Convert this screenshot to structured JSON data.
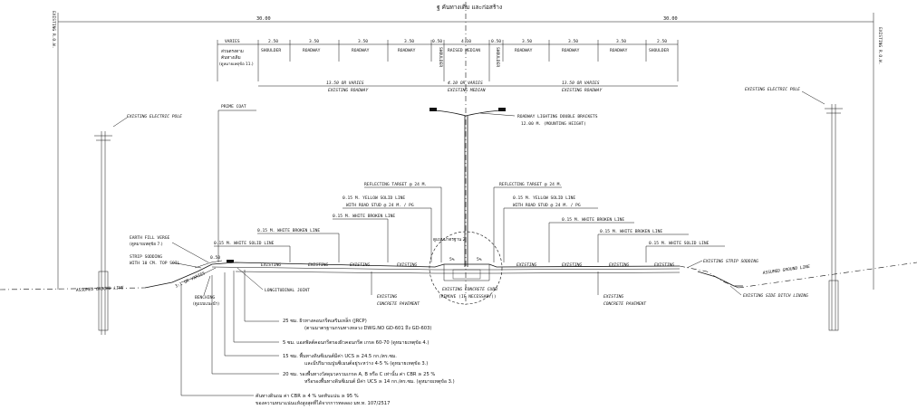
{
  "centerline": {
    "title": "ฐ คันทางเดิม และก่อสร้าง"
  },
  "row_labels": {
    "left": "EXISTING R.O.W.",
    "right": "EXISTING R.O.W."
  },
  "overall_dims": {
    "left": "30.00",
    "right": "30.00"
  },
  "lane_dims": {
    "left": [
      {
        "dim": "VARIES",
        "label": "ส่วนตรงตาม",
        "label2": "ค้นทางเดิม",
        "label3": "(ดูหมายเหตุข้อ 11.)"
      },
      {
        "dim": "2.50",
        "label": "SHOULDER"
      },
      {
        "dim": "3.50",
        "label": "ROADWAY"
      },
      {
        "dim": "3.50",
        "label": "ROADWAY"
      },
      {
        "dim": "3.50",
        "label": "ROADWAY"
      },
      {
        "dim": "0.50",
        "label": "SHOULDER"
      }
    ],
    "median": {
      "dim": "4.10",
      "label": "RAISED MEDIAN"
    },
    "right": [
      {
        "dim": "0.50",
        "label": "SHOULDER"
      },
      {
        "dim": "3.50",
        "label": "ROADWAY"
      },
      {
        "dim": "3.50",
        "label": "ROADWAY"
      },
      {
        "dim": "3.50",
        "label": "ROADWAY"
      },
      {
        "dim": "2.50",
        "label": "SHOULDER"
      }
    ]
  },
  "existing_dims": {
    "left_dim": "13.50 OR VARIES",
    "left_label": "EXISTING ROADWAY",
    "mid_dim": "4.10 OR VARIES",
    "mid_label": "EXISTING MEDIAN",
    "right_dim": "13.50 OR VARIES",
    "right_label": "EXISTING ROADWAY"
  },
  "annotations": {
    "prime_coat": "PRIME COAT",
    "pole_left": "EXISTING ELECTRIC POLE",
    "pole_right": "EXISTING ELECTRIC POLE",
    "lighting_1": "ROADWAY LIGHTING DOUBLE BRACKETS",
    "lighting_2": "12.00 M. (MOUNTING HEIGHT)",
    "target_left": "REFLECTING TARGET @ 24 M.",
    "target_right": "REFLECTING TARGET @ 24 M.",
    "yellow_left_1": "0.15 M. YELLOW SOLID LINE",
    "yellow_left_2": "WITH ROAD STUD @ 24 M. / PG",
    "yellow_right_1": "0.15 M. YELLOW SOLID LINE",
    "yellow_right_2": "WITH ROAD STUD @ 24 M. / PG",
    "white_broken_left": "0.15 M. WHITE BROKEN LINE",
    "white_broken_right": "0.15 M. WHITE BROKEN LINE",
    "white_broken_right2": "0.15 M. WHITE BROKEN LINE",
    "white_solid_left": "0.15 M. WHITE SOLID LINE",
    "white_solid_right": "0.15 M. WHITE SOLID LINE",
    "earth_fill_1": "EARTH FILL VERGE",
    "earth_fill_2": "(ดูหมายเหตุข้อ 7.)",
    "strip_sod_1": "STRIP SODDING",
    "strip_sod_2": "WITH 10 CM. TOP SOIL",
    "dim_050": "0.50",
    "slope": "3:1 OR VARIES",
    "benching_1": "BENCHING",
    "benching_2": "(ดูแบบแนะนำ)",
    "long_joint": "LONGITUDINAL JOINT",
    "ground_left": "ASSUMED GROUND LINE",
    "ground_right": "ASSUMED GROUND LINE",
    "strip_sod_right": "EXISTING STRIP SODDING",
    "ditch_right": "EXISTING SIDE DITCH LINING",
    "existing_pavement_l1": "EXISTING",
    "existing_pavement_l2": "CONCRETE PAVEMENT",
    "curb_1": "EXISTING CONCRETE CURB",
    "curb_2": "(REMOVE (IF NECESSARY))",
    "existing_pavement_r1": "EXISTING",
    "existing_pavement_r2": "CONCRETE PAVEMENT",
    "note_2": "ดูแบบมาตรฐาน 2",
    "slope_l": "5%",
    "slope_r": "5%",
    "existing": "EXISTING"
  },
  "layers": [
    {
      "l1": "25  ซม.  ผิวทางคอนกรีตเสริมเหล็ก (JRCP)",
      "l2": "(ตามมาตรฐานกรมทางหลวง DWG.NO GD-601 ถึง GD-603)"
    },
    {
      "l1": "5  ซม.  แอสฟัลต์คอนกรีตรองผิวคอนกรีต  เกรด 60-70  (ดูหมายเหตุข้อ 4.)",
      "l2": ""
    },
    {
      "l1": "15  ซม.  พื้นทางดินซีเมนต์มีค่า UCS ≥ 24.5 กก./ตร.ซม.",
      "l2": "และมีปริมาณปูนซีเมนต์อยู่ระหว่าง 4-5 %  (ดูหมายเหตุข้อ 3.)"
    },
    {
      "l1": "20  ซม.  รองพื้นทางวัสดุมวลรวมเกรด A, B หรือ C  เท่านั้น  ค่า CBR ≥ 25 %",
      "l2": "หรือรองพื้นทางดินซีเมนต์  มีค่า UCS ≥ 14 กก./ตร.ซม.  (ดูหมายเหตุข้อ 3.)"
    },
    {
      "l1": "คันทางดินถม  ค่า CBR ≥ 4 %  บดทับแน่น ≥ 95 %",
      "l2": "ของความหนาแน่นแห้งสูงสุดที่ได้จากการทดลอง มท.ท. 107/2517"
    }
  ]
}
